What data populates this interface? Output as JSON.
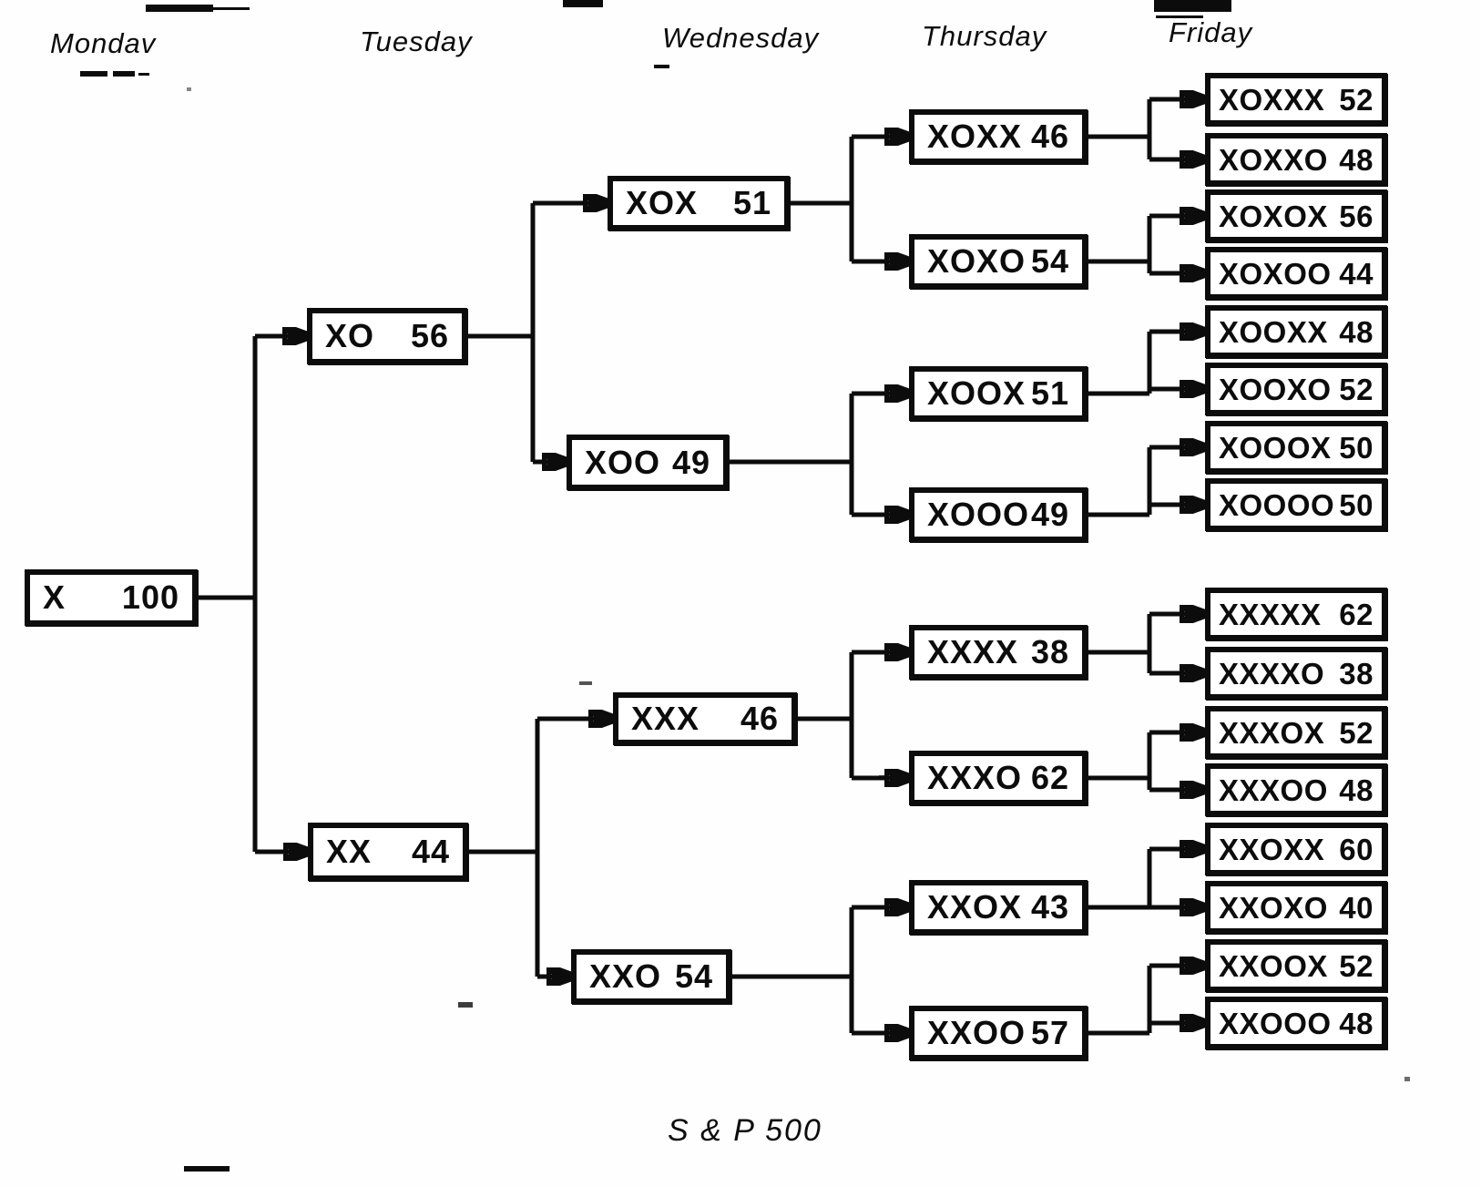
{
  "columns": [
    {
      "label": "Mondav"
    },
    {
      "label": "Tuesday"
    },
    {
      "label": "Wednesday"
    },
    {
      "label": "Thursday"
    },
    {
      "label": "Friday"
    }
  ],
  "caption": "S & P 500",
  "nodes": {
    "X": {
      "label": "X",
      "value": "100"
    },
    "XO": {
      "label": "XO",
      "value": "56"
    },
    "XX": {
      "label": "XX",
      "value": "44"
    },
    "XOX": {
      "label": "XOX",
      "value": "51"
    },
    "XOO": {
      "label": "XOO",
      "value": "49"
    },
    "XXX": {
      "label": "XXX",
      "value": "46"
    },
    "XXO": {
      "label": "XXO",
      "value": "54"
    },
    "XOXX": {
      "label": "XOXX",
      "value": "46"
    },
    "XOXO": {
      "label": "XOXO",
      "value": "54"
    },
    "XOOX": {
      "label": "XOOX",
      "value": "51"
    },
    "XOOO": {
      "label": "XOOO",
      "value": "49"
    },
    "XXXX": {
      "label": "XXXX",
      "value": "38"
    },
    "XXXO": {
      "label": "XXXO",
      "value": "62"
    },
    "XXOX": {
      "label": "XXOX",
      "value": "43"
    },
    "XXOO": {
      "label": "XXOO",
      "value": "57"
    },
    "XOXXX": {
      "label": "XOXXX",
      "value": "52"
    },
    "XOXXO": {
      "label": "XOXXO",
      "value": "48"
    },
    "XOXOX": {
      "label": "XOXOX",
      "value": "56"
    },
    "XOXOO": {
      "label": "XOXOO",
      "value": "44"
    },
    "XOOXX": {
      "label": "XOOXX",
      "value": "48"
    },
    "XOOXO": {
      "label": "XOOXO",
      "value": "52"
    },
    "XOOOX": {
      "label": "XOOOX",
      "value": "50"
    },
    "XOOOO": {
      "label": "XOOOO",
      "value": "50"
    },
    "XXXXX": {
      "label": "XXXXX",
      "value": "62"
    },
    "XXXXO": {
      "label": "XXXXO",
      "value": "38"
    },
    "XXXOX": {
      "label": "XXXOX",
      "value": "52"
    },
    "XXXOO": {
      "label": "XXXOO",
      "value": "48"
    },
    "XXOXX": {
      "label": "XXOXX",
      "value": "60"
    },
    "XXOXO": {
      "label": "XXOXO",
      "value": "40"
    },
    "XXOOX": {
      "label": "XXOOX",
      "value": "52"
    },
    "XXOOO": {
      "label": "XXOOO",
      "value": "48"
    }
  },
  "edges": [
    [
      "X",
      "XO"
    ],
    [
      "X",
      "XX"
    ],
    [
      "XO",
      "XOX"
    ],
    [
      "XO",
      "XOO"
    ],
    [
      "XX",
      "XXX"
    ],
    [
      "XX",
      "XXO"
    ],
    [
      "XOX",
      "XOXX"
    ],
    [
      "XOX",
      "XOXO"
    ],
    [
      "XOO",
      "XOOX"
    ],
    [
      "XOO",
      "XOOO"
    ],
    [
      "XXX",
      "XXXX"
    ],
    [
      "XXX",
      "XXXO"
    ],
    [
      "XXO",
      "XXOX"
    ],
    [
      "XXO",
      "XXOO"
    ],
    [
      "XOXX",
      "XOXXX"
    ],
    [
      "XOXX",
      "XOXXO"
    ],
    [
      "XOXO",
      "XOXOX"
    ],
    [
      "XOXO",
      "XOXOO"
    ],
    [
      "XOOX",
      "XOOXX"
    ],
    [
      "XOOX",
      "XOOXO"
    ],
    [
      "XOOO",
      "XOOOX"
    ],
    [
      "XOOO",
      "XOOOO"
    ],
    [
      "XXXX",
      "XXXXX"
    ],
    [
      "XXXX",
      "XXXXO"
    ],
    [
      "XXXO",
      "XXXOX"
    ],
    [
      "XXXO",
      "XXXOO"
    ],
    [
      "XXOX",
      "XXOXX"
    ],
    [
      "XXOX",
      "XXOXO"
    ],
    [
      "XXOO",
      "XXOOX"
    ],
    [
      "XXOO",
      "XXOOO"
    ]
  ]
}
